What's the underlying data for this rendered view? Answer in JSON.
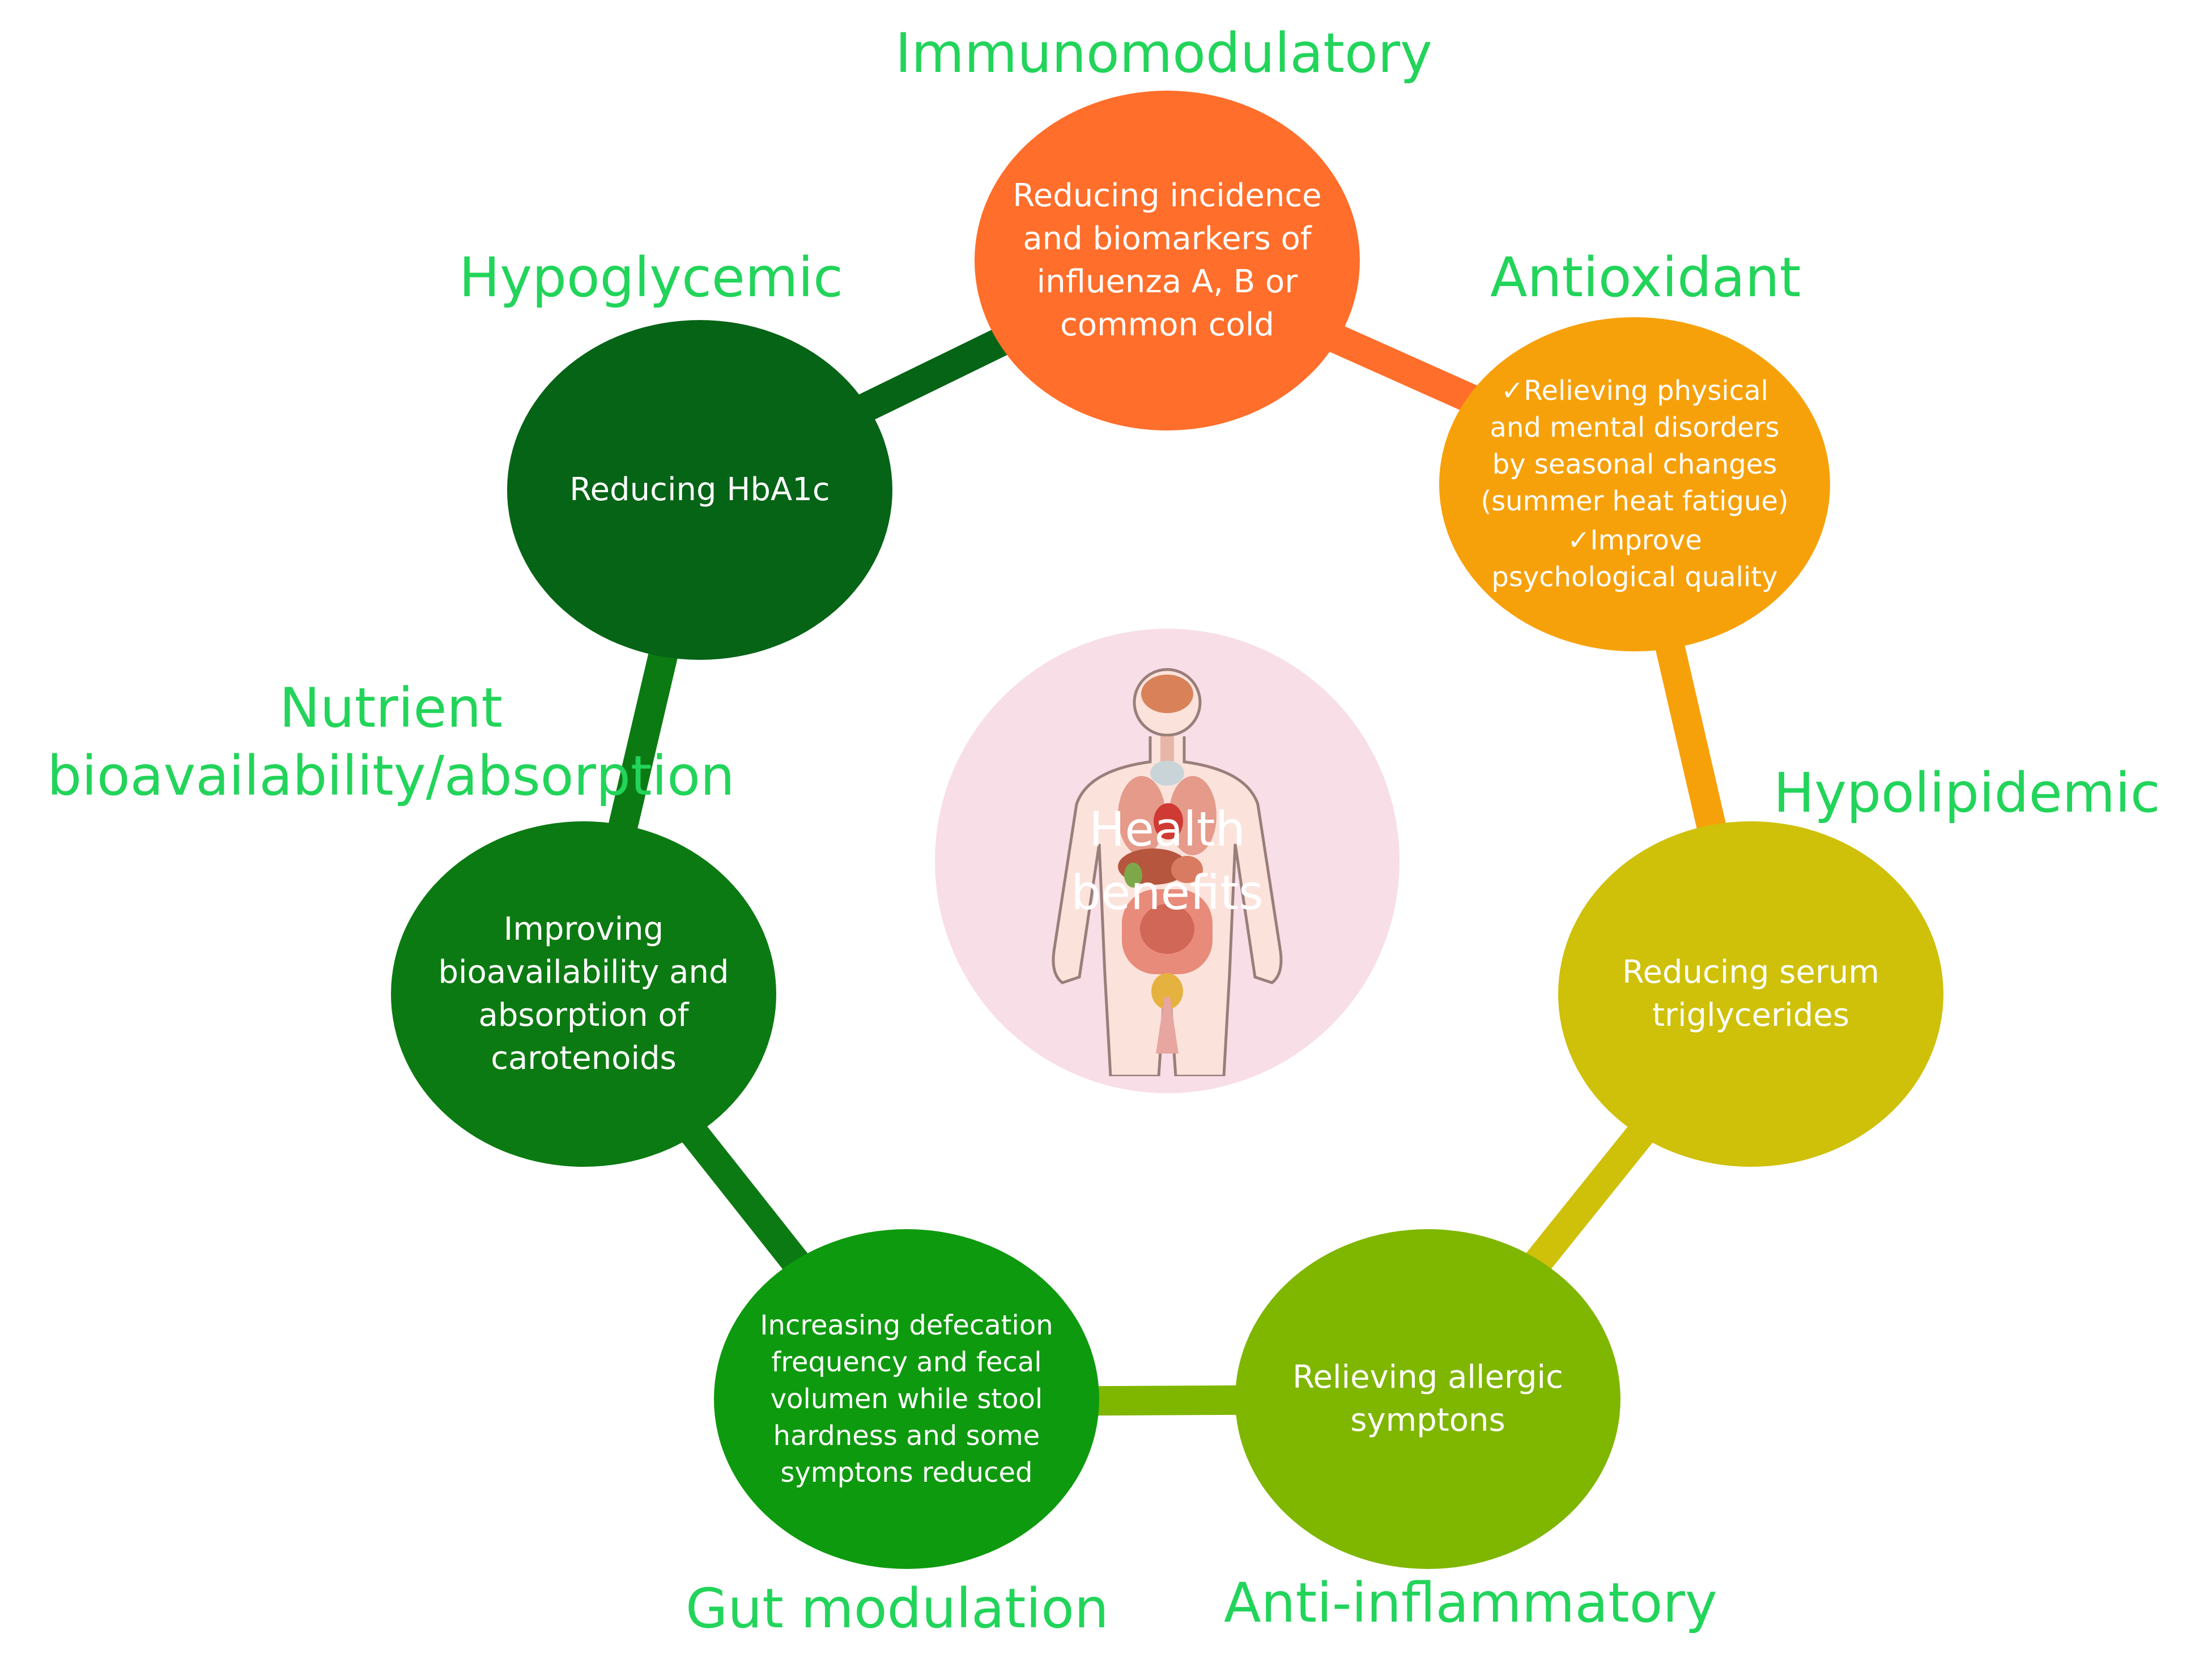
{
  "center": {
    "label_line1": "Health",
    "label_line2": "benefits"
  },
  "colors": {
    "immunomodulatory": "#ff6e2a",
    "antioxidant": "#f7a10a",
    "hypolipidemic": "#cfc009",
    "anti_inflammatory": "#7fb600",
    "gut_modulation": "#0e9a0e",
    "nutrient": "#0c7a12",
    "hypoglycemic": "#056416",
    "title_green": "#22d45a"
  },
  "nodes": {
    "immunomodulatory": {
      "title": "Immunomodulatory",
      "text": "Reducing incidence and biomarkers of influenza A, B or common cold"
    },
    "antioxidant": {
      "title": "Antioxidant",
      "items": [
        "✓Relieving physical and mental disorders by seasonal changes (summer heat fatigue)",
        "✓Improve psychological quality"
      ]
    },
    "hypolipidemic": {
      "title": "Hypolipidemic",
      "text": "Reducing serum triglycerides"
    },
    "anti_inflammatory": {
      "title": "Anti-inflammatory",
      "text": "Relieving allergic symptons"
    },
    "gut_modulation": {
      "title": "Gut modulation",
      "text": "Increasing defecation frequency and fecal volumen while stool hardness and some symptons reduced"
    },
    "nutrient": {
      "title_line1": "Nutrient",
      "title_line2": "bioavailability/absorption",
      "text": "Improving bioavailability and absorption of carotenoids"
    },
    "hypoglycemic": {
      "title": "Hypoglycemic",
      "text": "Reducing HbA1c"
    }
  }
}
